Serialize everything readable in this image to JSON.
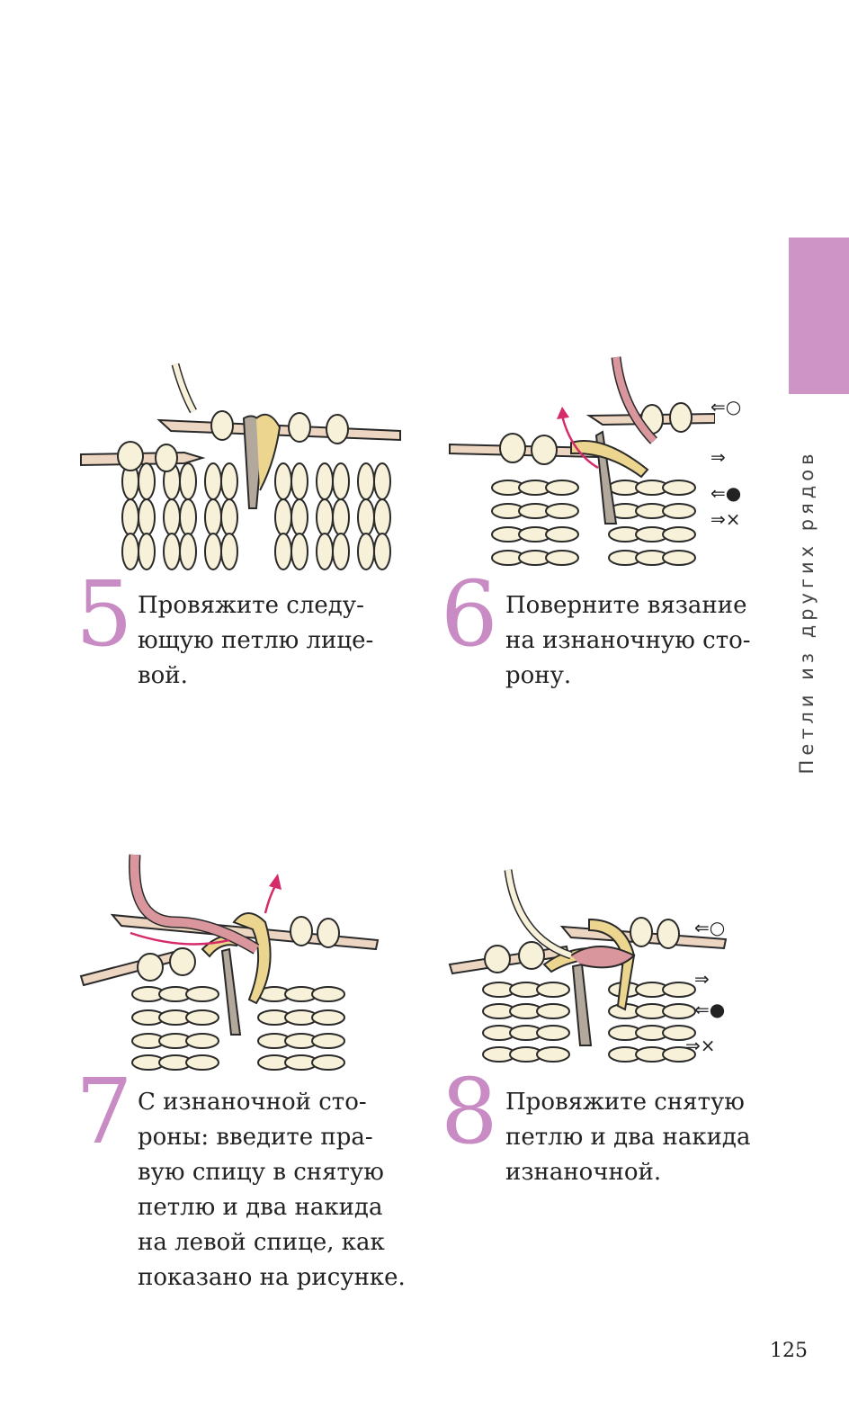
{
  "side_tab": {
    "title": "Петли из других рядов",
    "color": "#cf94c6"
  },
  "steps": [
    {
      "number": "5",
      "lines": [
        "Провяжите следу-",
        "ющую петлю лице-",
        "вой."
      ]
    },
    {
      "number": "6",
      "lines": [
        "Поверните вязание",
        "на изнаночную сто-",
        "рону."
      ]
    },
    {
      "number": "7",
      "lines": [
        "С изнаночной сто-",
        "роны: введите пра-",
        "вую спицу в снятую",
        "петлю и два накида",
        "на левой спице, как",
        "показано на рисунке."
      ]
    },
    {
      "number": "8",
      "lines": [
        "Провяжите снятую",
        "петлю и два накида",
        "изнаночной."
      ]
    }
  ],
  "row_legend": [
    "⇐○",
    "⇒",
    "⇐●",
    "⇒×"
  ],
  "page_number": "125",
  "colors": {
    "accent": "#c98bc3",
    "yarn_cream": "#f6f1d8",
    "yarn_outline": "#2a2a2a",
    "needle": "#ecd6c2",
    "slipped_stitch_gray": "#b3a89c",
    "yarn_over_yellow": "#ecd68f",
    "working_yarn_pink": "#d9979d",
    "arrow_magenta": "#d62b6a"
  },
  "icons": [
    "knitting-illustration-5",
    "knitting-illustration-6",
    "knitting-illustration-7",
    "knitting-illustration-8",
    "arrow-icon"
  ]
}
